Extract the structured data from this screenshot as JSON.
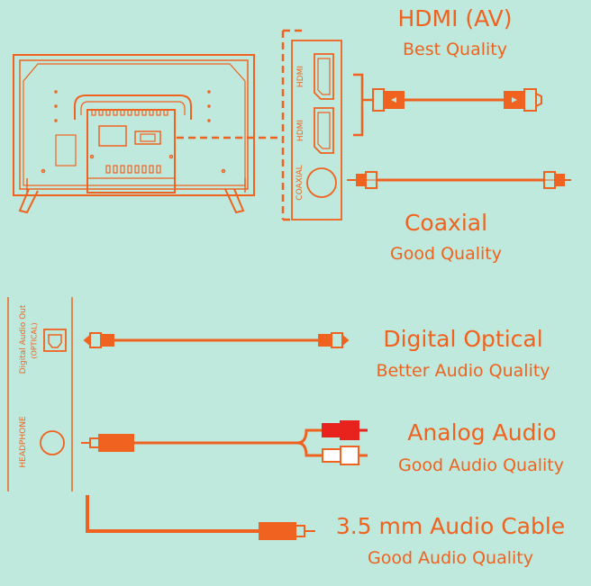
{
  "colors": {
    "accent": "#f0621f",
    "background": "#bfe9dc",
    "red_plug": "#e8221c",
    "white_plug": "#ffffff"
  },
  "tv_panel": {
    "port1": "HDMI",
    "port2": "HDMI",
    "port3": "COAXIAL"
  },
  "audio_panel": {
    "optical_line1": "Digital Audio Out",
    "optical_line2": "(OPTICAL)",
    "headphone": "HEADPHONE"
  },
  "connections": [
    {
      "title": "HDMI (AV)",
      "subtitle": "Best Quality"
    },
    {
      "title": "Coaxial",
      "subtitle": "Good Quality"
    },
    {
      "title": "Digital Optical",
      "subtitle": "Better Audio Quality"
    },
    {
      "title": "Analog Audio",
      "subtitle": "Good Audio Quality"
    },
    {
      "title": "3.5 mm Audio Cable",
      "subtitle": "Good Audio Quality"
    }
  ]
}
